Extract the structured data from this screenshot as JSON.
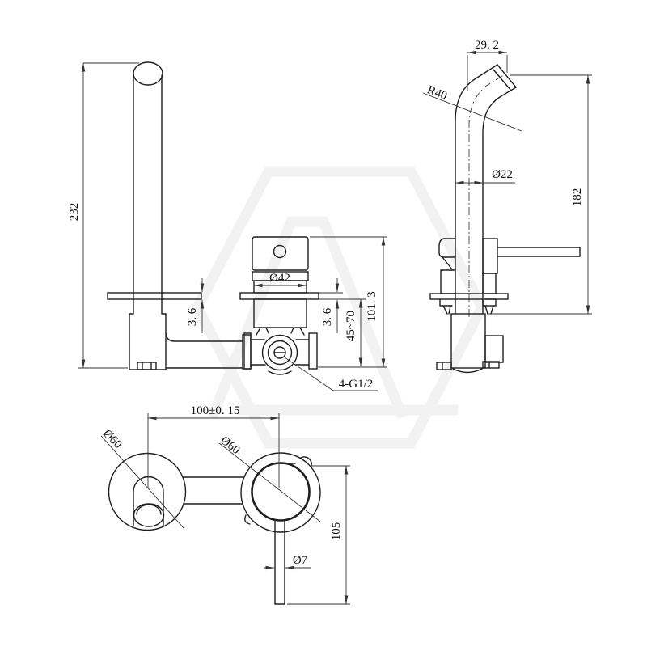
{
  "colors": {
    "object_line": "#1f1f1f",
    "dimension_line": "#333333",
    "text": "#111111",
    "watermark": "#f2f2f2",
    "background": "#ffffff"
  },
  "views": {
    "spout_front": {
      "height": "232",
      "plate_thickness": "3. 6"
    },
    "mixer_front": {
      "body_diameter": "Ø42",
      "plate_thickness": "3. 6",
      "wall_depth_range": "45~70",
      "overall_height": "101. 3",
      "thread_label": "4-G1/2"
    },
    "spout_side": {
      "reach": "29. 2",
      "bend_radius": "R40",
      "pipe_diameter": "Ø22",
      "height": "182"
    },
    "bottom_plan": {
      "centre_distance": "100±0. 15",
      "spout_escutcheon_diameter": "Ø60",
      "mixer_escutcheon_diameter": "Ø60",
      "handle_length": "105",
      "handle_rod_diameter": "Ø7"
    }
  }
}
